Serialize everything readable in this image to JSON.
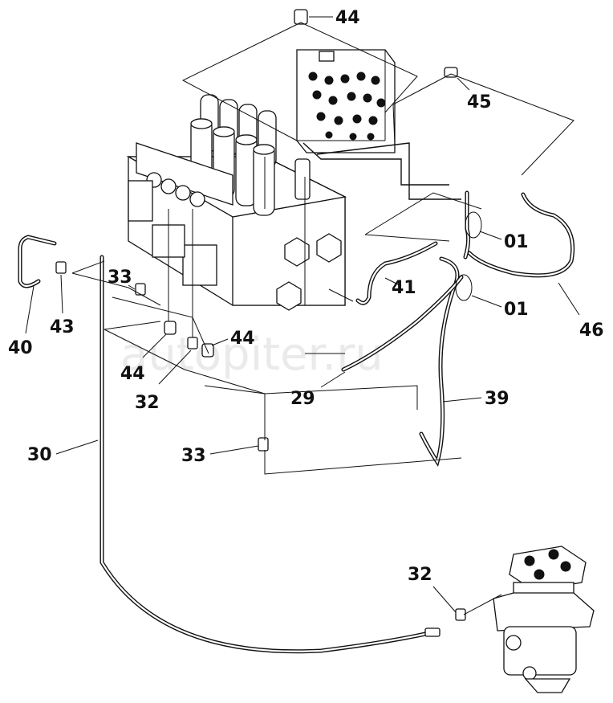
{
  "watermark": "autopiter.ru",
  "callouts": [
    {
      "id": "c44-top",
      "text": "44"
    },
    {
      "id": "c45",
      "text": "45"
    },
    {
      "id": "c01-a",
      "text": "01"
    },
    {
      "id": "c01-b",
      "text": "01"
    },
    {
      "id": "c46",
      "text": "46"
    },
    {
      "id": "c41",
      "text": "41"
    },
    {
      "id": "c40",
      "text": "40"
    },
    {
      "id": "c43",
      "text": "43"
    },
    {
      "id": "c33-a",
      "text": "33"
    },
    {
      "id": "c44-mid",
      "text": "44"
    },
    {
      "id": "c44-low",
      "text": "44"
    },
    {
      "id": "c32-a",
      "text": "32"
    },
    {
      "id": "c29",
      "text": "29"
    },
    {
      "id": "c39",
      "text": "39"
    },
    {
      "id": "c30",
      "text": "30"
    },
    {
      "id": "c33-b",
      "text": "33"
    },
    {
      "id": "c32-b",
      "text": "32"
    }
  ]
}
